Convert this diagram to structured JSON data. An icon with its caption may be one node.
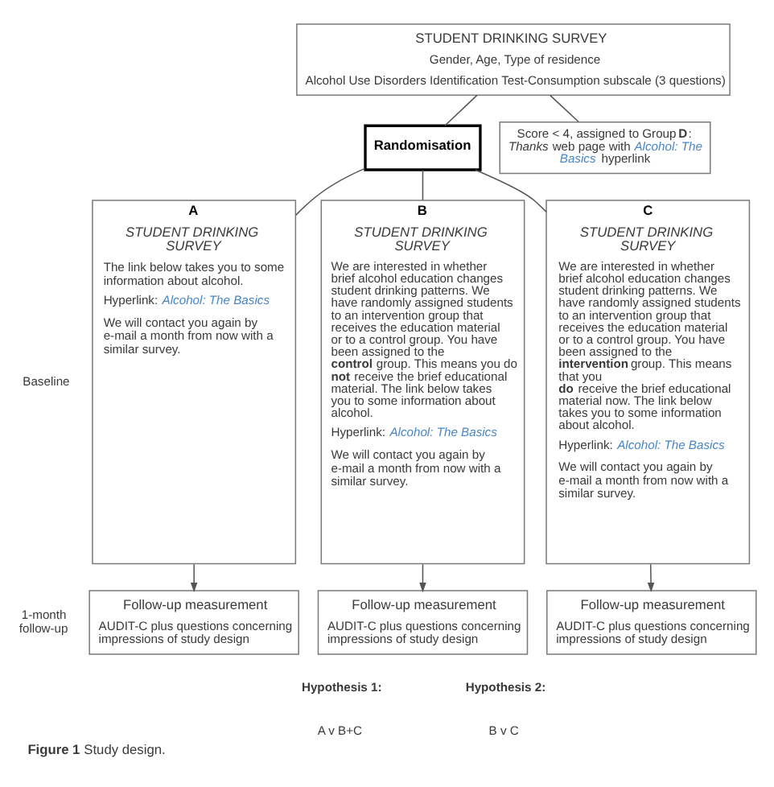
{
  "diagram": {
    "caption": "**Figure 1** Study design.",
    "nodes": [
      {
        "text": [
          "STUDENT DRINKING SURVEY",
          "Gender, Age, Type of residence",
          "Alcohol Use Disorders Identification Test-Consumption subscale (3 questions)"
        ]
      },
      {
        "text": [
          "Score < 4, assigned to Group **D**: *Thanks* web page with *Alcohol: The Basics* hyperlink"
        ]
      },
      {
        "text": [
          "Randomisation"
        ]
      },
      {
        "text": [
          "A",
          "STUDENT DRINKING SURVEY",
          "The link below takes you to some information about alcohol.",
          "Hyperlink: *Alcohol: The Basics*",
          "We will contact you again by e-mail a month from now with a similar survey."
        ]
      },
      {
        "text": [
          "B",
          "STUDENT DRINKING SURVEY",
          "We are interested in whether brief alcohol education changes student drinking patterns. We have randomly assigned students to an intervention group that receives the education material or to a control group. You have been assigned to the **control** group. This means you do **not** receive the brief educational material. The link below takes you to some information about alcohol.",
          "Hyperlink: *Alcohol: The Basics*",
          "We will contact you again by e-mail a month from now with a similar survey."
        ]
      },
      {
        "text": [
          "C",
          "STUDENT DRINKING SURVEY",
          "We are interested in whether brief alcohol education changes student drinking patterns. We have randomly assigned students to an intervention group that receives the education material or to a control group. You have been assigned to the **intervention** group. This means that you **do** receive the brief educational material now. The link below takes you to some information about alcohol.",
          "Hyperlink: *Alcohol: The Basics*",
          "We will contact you again by e-mail a month from now with a similar survey."
        ]
      },
      {
        "text": [
          "Follow-up measurement",
          "AUDIT-C plus questions concerning impressions of study design"
        ]
      },
      {
        "text": [
          "Follow-up measurement",
          "AUDIT-C plus questions concerning impressions of study design"
        ]
      },
      {
        "text": [
          "Follow-up measurement",
          "AUDIT-C plus questions concerning impressions of study design"
        ]
      }
    ],
    "edges": [
      {
        "from": 0,
        "to": 2,
        "arrow": "none"
      },
      {
        "from": 0,
        "to": 1,
        "arrow": "none"
      },
      {
        "from": 2,
        "to": 3,
        "arrow": "none"
      },
      {
        "from": 2,
        "to": 4,
        "arrow": "none"
      },
      {
        "from": 2,
        "to": 5,
        "arrow": "none"
      },
      {
        "from": 3,
        "to": 6,
        "arrow": "to"
      },
      {
        "from": 4,
        "to": 7,
        "arrow": "to"
      },
      {
        "from": 5,
        "to": 8,
        "arrow": "to"
      }
    ],
    "labels": [
      "Baseline",
      "1-month follow-up",
      "Hypothesis 1:",
      "A v B+C",
      "Hypothesis 2:",
      "B v C"
    ]
  }
}
